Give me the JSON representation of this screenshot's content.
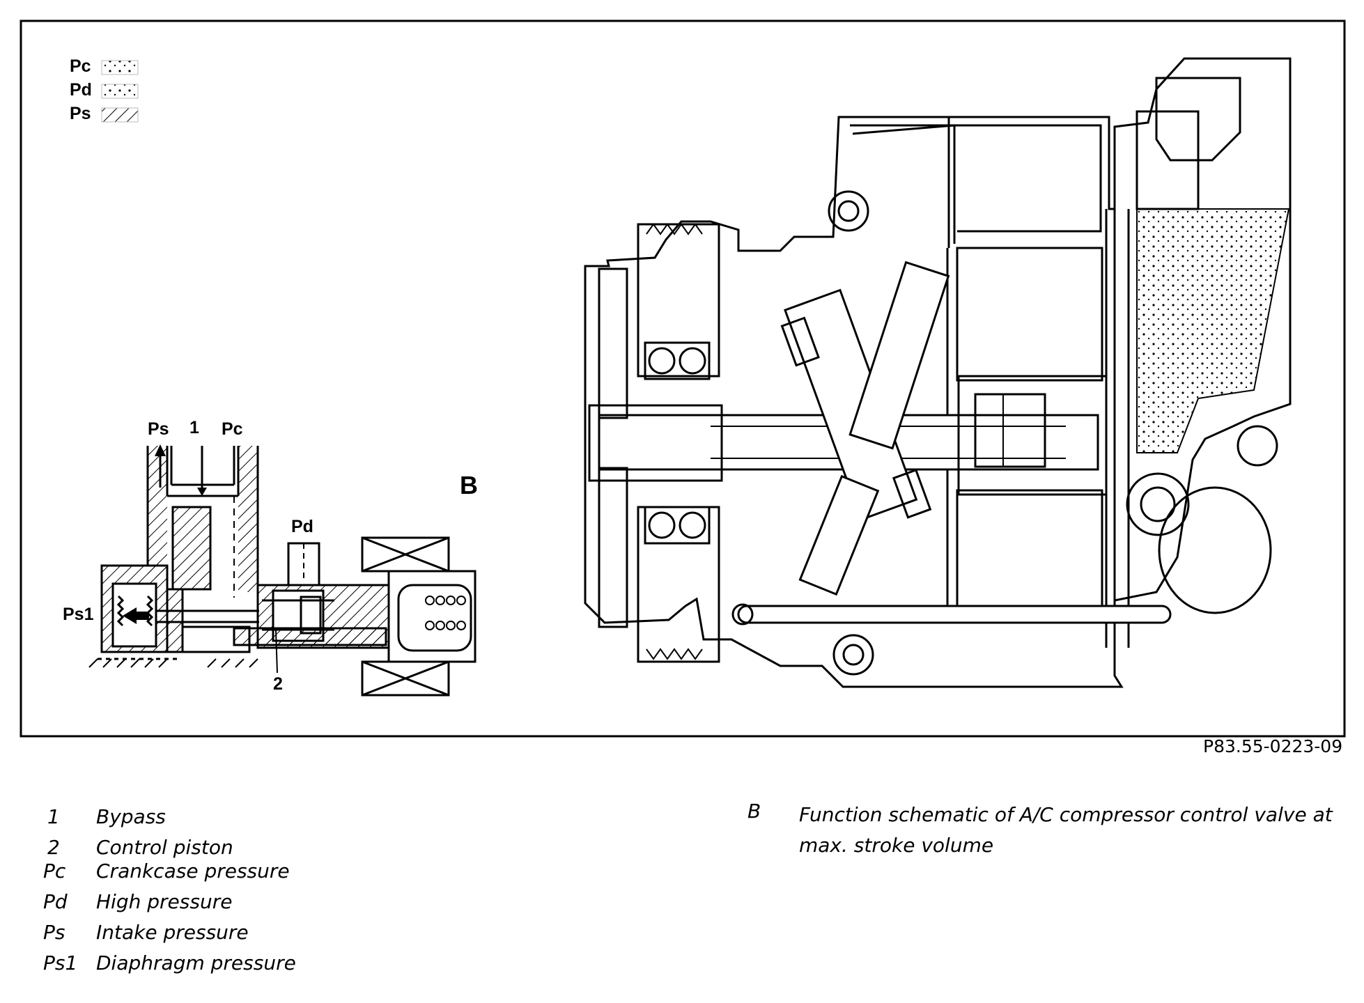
{
  "pressure_key": [
    {
      "label": "Pc"
    },
    {
      "label": "Pd"
    },
    {
      "label": "Ps"
    }
  ],
  "schematic_labels": {
    "ps": "Ps",
    "one": "1",
    "pc": "Pc",
    "pd": "Pd",
    "ps1": "Ps1",
    "two": "2",
    "b": "B"
  },
  "reference_code": "P83.55-0223-09",
  "legend": [
    {
      "key": "1",
      "text": "Bypass"
    },
    {
      "key": "2",
      "text": "Control piston"
    },
    {
      "key": "Pc",
      "text": "Crankcase pressure"
    },
    {
      "key": "Pd",
      "text": "High pressure"
    },
    {
      "key": "Ps",
      "text": "Intake pressure"
    },
    {
      "key": "Ps1",
      "text": "Diaphragm pressure"
    }
  ],
  "description": {
    "key": "B",
    "text": "Function schematic of A/C compressor control valve at max. stroke volume"
  }
}
